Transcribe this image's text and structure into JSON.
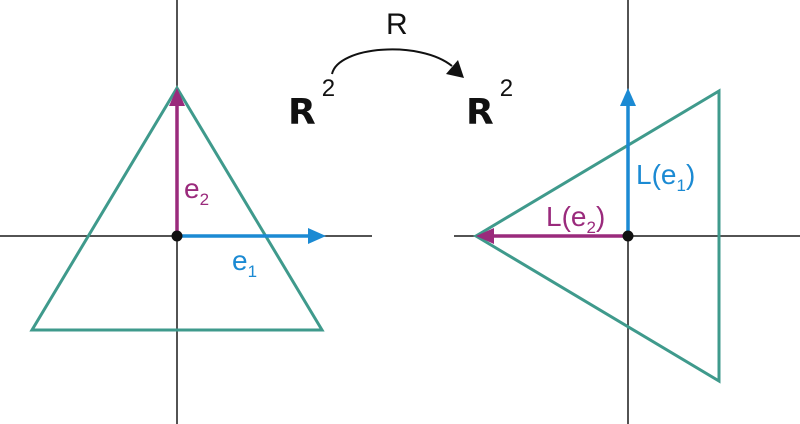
{
  "map_label": "R",
  "domain_space": {
    "base": "R",
    "exponent": "2"
  },
  "codomain_space": {
    "base": "R",
    "exponent": "2"
  },
  "left_panel": {
    "e1": {
      "base": "e",
      "sub": "1"
    },
    "e2": {
      "base": "e",
      "sub": "2"
    }
  },
  "right_panel": {
    "le1": {
      "prefix": "L(e",
      "sub": "1",
      "suffix": ")"
    },
    "le2": {
      "prefix": "L(e",
      "sub": "2",
      "suffix": ")"
    }
  },
  "colors": {
    "axes": "#1a1a1a",
    "triangle": "#3f9a8c",
    "e1": "#1b8ad3",
    "e2": "#9a2a7c",
    "origin": "#111111"
  }
}
